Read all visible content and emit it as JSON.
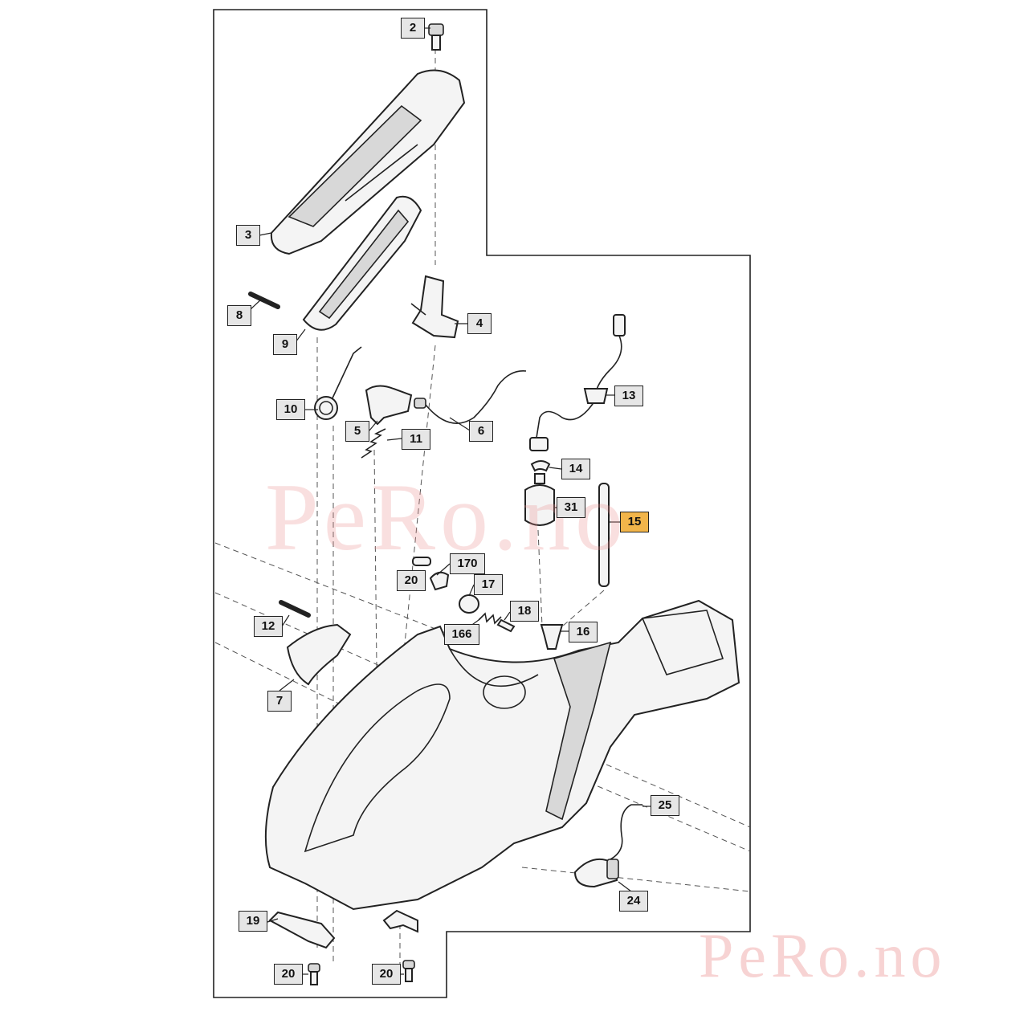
{
  "parts": [
    {
      "id": "p2",
      "label": "2"
    },
    {
      "id": "p3",
      "label": "3"
    },
    {
      "id": "p4",
      "label": "4"
    },
    {
      "id": "p5",
      "label": "5"
    },
    {
      "id": "p6",
      "label": "6"
    },
    {
      "id": "p7",
      "label": "7"
    },
    {
      "id": "p8",
      "label": "8"
    },
    {
      "id": "p9",
      "label": "9"
    },
    {
      "id": "p10",
      "label": "10"
    },
    {
      "id": "p11",
      "label": "11"
    },
    {
      "id": "p12",
      "label": "12"
    },
    {
      "id": "p13",
      "label": "13"
    },
    {
      "id": "p14",
      "label": "14"
    },
    {
      "id": "p15",
      "label": "15",
      "highlighted": true
    },
    {
      "id": "p16",
      "label": "16"
    },
    {
      "id": "p17",
      "label": "17"
    },
    {
      "id": "p18",
      "label": "18"
    },
    {
      "id": "p19",
      "label": "19"
    },
    {
      "id": "p20a",
      "label": "20"
    },
    {
      "id": "p20b",
      "label": "20"
    },
    {
      "id": "p20c",
      "label": "20"
    },
    {
      "id": "p24",
      "label": "24"
    },
    {
      "id": "p25",
      "label": "25"
    },
    {
      "id": "p31",
      "label": "31"
    },
    {
      "id": "p166",
      "label": "166"
    },
    {
      "id": "p170",
      "label": "170"
    }
  ],
  "watermark": "PeRo.no",
  "colors": {
    "highlight": "#f2b54a",
    "callout_bg": "#e6e6e6",
    "outline": "#222222",
    "watermark": "#eb8c8c"
  }
}
